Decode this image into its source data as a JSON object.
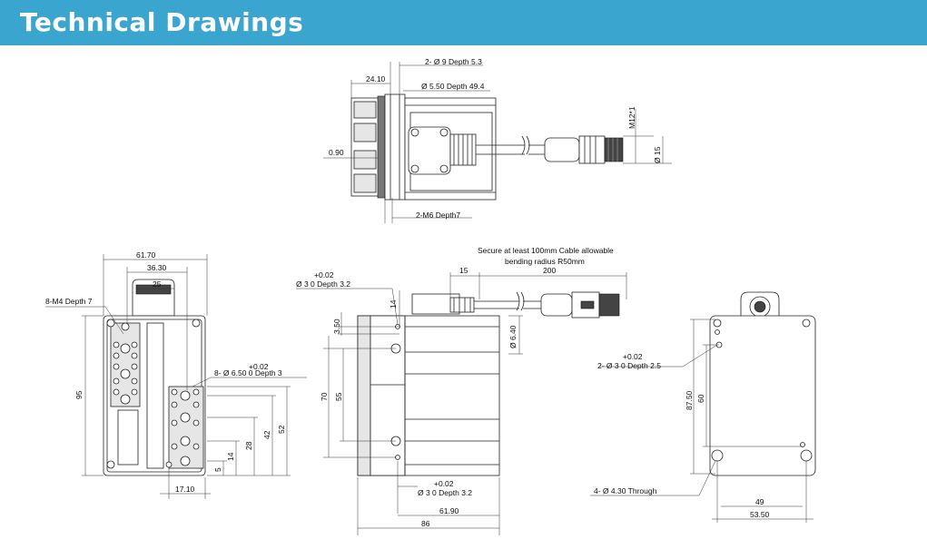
{
  "header": {
    "title": "Technical Drawings"
  },
  "top_view": {
    "dim_24_10": "24.10",
    "hole_2_d9": "2- Ø 9 Depth 5.3",
    "hole_d5_50": "Ø 5.50 Depth 49.4",
    "dim_0_90": "0.90",
    "thread_m12": "M12*1",
    "dia_15": "Ø 15",
    "thread_2_m6": "2-M6 Depth7"
  },
  "front_view": {
    "dim_61_70": "61.70",
    "dim_36_30": "36.30",
    "dim_25": "25",
    "thread_8_m4": "8-M4 Depth 7",
    "tol_plus_002": "+0.02",
    "hole_8_d6_50": "8- Ø 6.50   0     Depth 3",
    "dim_95": "95",
    "dim_52": "52",
    "dim_42": "42",
    "dim_28": "28",
    "dim_14": "14",
    "dim_5": "5",
    "dim_17_10": "17.10"
  },
  "side_view": {
    "cable_note_1": "Secure at least 100mm Cable allowable",
    "cable_note_2": "bending radius R50mm",
    "dim_15": "15",
    "dim_200": "200",
    "tol_top": "+0.02",
    "hole_top": "Ø 3   0     Depth 3.2",
    "dim_14": "14",
    "dim_3_50": "3.50",
    "dia_6_40": "Ø 6.40",
    "dim_70": "70",
    "dim_55": "55",
    "tol_bottom": "+0.02",
    "hole_bottom": "Ø 3   0     Depth 3.2",
    "dim_61_90": "61.90",
    "dim_86": "86"
  },
  "back_view": {
    "tol": "+0.02",
    "hole_2_d3": "2- Ø 3   0     Depth 2.5",
    "dim_87_50": "87.50",
    "dim_60": "60",
    "hole_4_d4_30": "4- Ø 4.30 Through",
    "dim_49": "49",
    "dim_53_50": "53.50"
  }
}
